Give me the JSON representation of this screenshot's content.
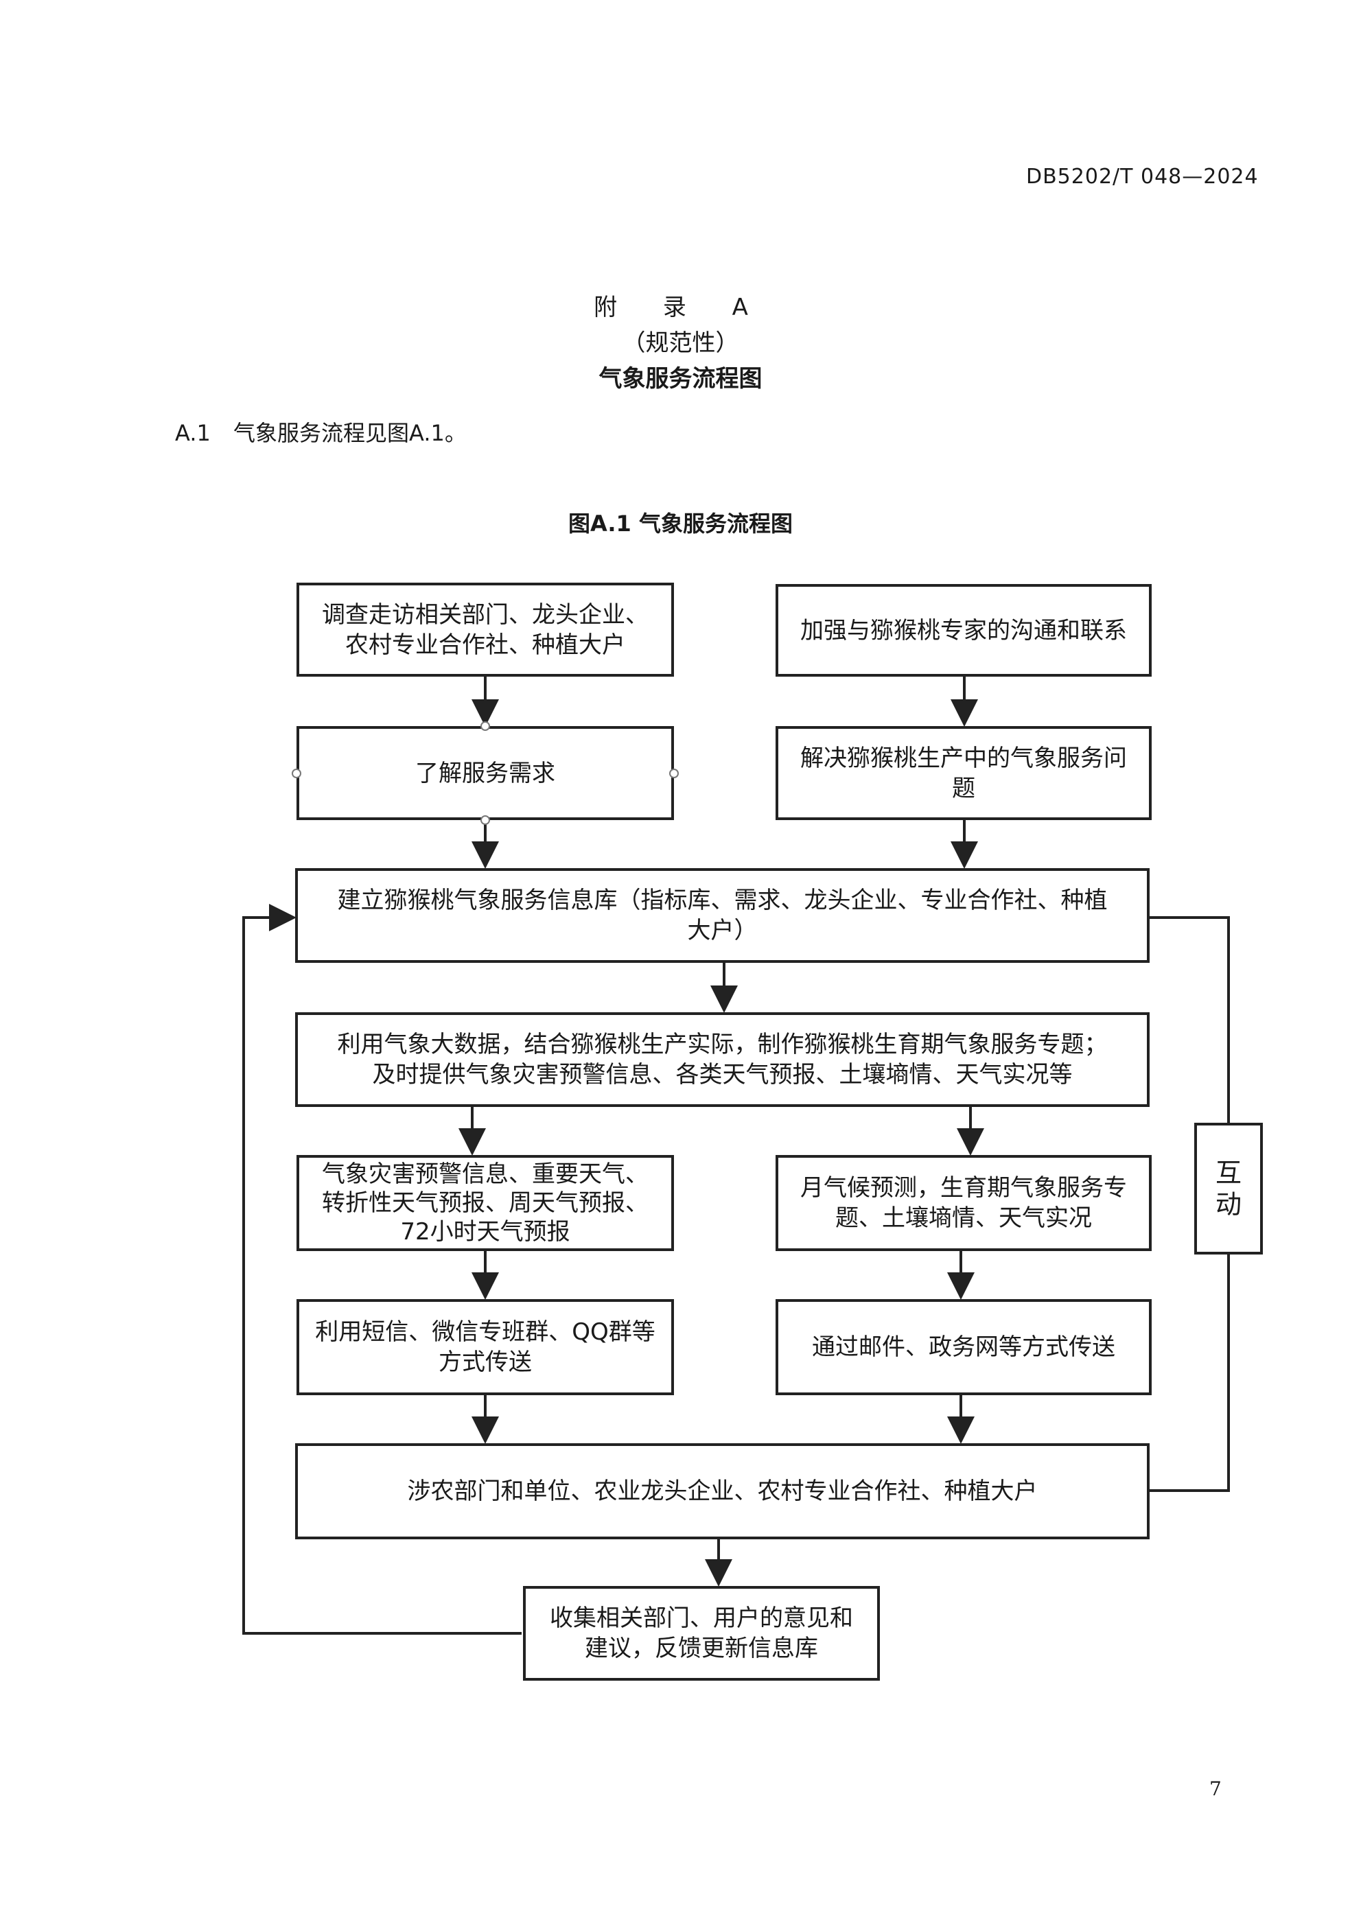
{
  "header": {
    "doc_code": "DB5202/T 048—2024"
  },
  "appendix": {
    "title": "附 录 A",
    "subtitle": "（规范性）",
    "name": "气象服务流程图"
  },
  "paragraph": {
    "number": "A.1",
    "text": "气象服务流程见图A.1。"
  },
  "figure": {
    "caption": "图A.1 气象服务流程图",
    "nodes": {
      "survey": [
        "调查走访相关部门、龙头企业、",
        "农村专业合作社、种植大户"
      ],
      "expert": [
        "加强与猕猴桃专家的沟通和联系"
      ],
      "needs": [
        "了解服务需求"
      ],
      "solve": [
        "解决猕猴桃生产中的气象服务问",
        "题"
      ],
      "database": [
        "建立猕猴桃气象服务信息库（指标库、需求、龙头企业、专业合作社、种植",
        "大户）"
      ],
      "bigdata": [
        "利用气象大数据，结合猕猴桃生产实际，制作猕猴桃生育期气象服务专题；",
        "及时提供气象灾害预警信息、各类天气预报、土壤墒情、天气实况等"
      ],
      "warning": [
        "气象灾害预警信息、重要天气、",
        "转折性天气预报、周天气预报、",
        "72小时天气预报"
      ],
      "climate": [
        "月气候预测，生育期气象服务专",
        "题、土壤墒情、天气实况"
      ],
      "sms": [
        "利用短信、微信专班群、QQ群等",
        "方式传送"
      ],
      "email": [
        "通过邮件、政务网等方式传送"
      ],
      "users": [
        "涉农部门和单位、农业龙头企业、农村专业合作社、种植大户"
      ],
      "feedback": [
        "收集相关部门、用户的意见和",
        "建议，反馈更新信息库"
      ],
      "interact": [
        "互",
        "动"
      ]
    }
  },
  "footer": {
    "page_number": "7"
  }
}
